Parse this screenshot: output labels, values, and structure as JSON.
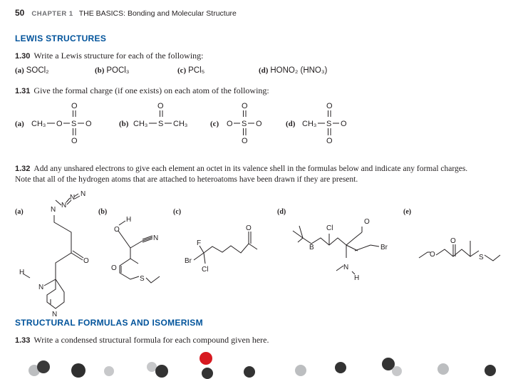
{
  "header": {
    "page_number": "50",
    "chapter": "CHAPTER 1",
    "chapter_title": "THE BASICS: Bonding and Molecular Structure"
  },
  "sections": {
    "lewis": "LEWIS STRUCTURES",
    "isomerism": "STRUCTURAL FORMULAS AND ISOMERISM"
  },
  "problems": {
    "p130": {
      "num": "1.30",
      "text": "Write a Lewis structure for each of the following:",
      "options": [
        {
          "label": "(a)",
          "formula": "SOCl₂"
        },
        {
          "label": "(b)",
          "formula": "POCl₃"
        },
        {
          "label": "(c)",
          "formula": "PCl₅"
        },
        {
          "label": "(d)",
          "formula": "HONO₂ (HNO₃)"
        }
      ]
    },
    "p131": {
      "num": "1.31",
      "text": "Give the formal charge (if one exists) on each atom of the following:",
      "labels": [
        "(a)",
        "(b)",
        "(c)",
        "(d)"
      ],
      "atoms": {
        "ch3": "CH₃",
        "o": "O",
        "s": "S"
      }
    },
    "p132": {
      "num": "1.32",
      "text_line1": "Add any unshared electrons to give each element an octet in its valence shell in the formulas below and indicate any formal charges.",
      "text_line2": "Note that all of the hydrogen atoms that are attached to heteroatoms have been drawn if they are present.",
      "labels": [
        "(a)",
        "(b)",
        "(c)",
        "(d)",
        "(e)"
      ],
      "atoms": {
        "n": "N",
        "h": "H",
        "o": "O",
        "s": "S",
        "f": "F",
        "br": "Br",
        "cl": "Cl",
        "b": "B"
      }
    },
    "p133": {
      "num": "1.33",
      "text": "Write a condensed structural formula for each compound given here."
    }
  }
}
